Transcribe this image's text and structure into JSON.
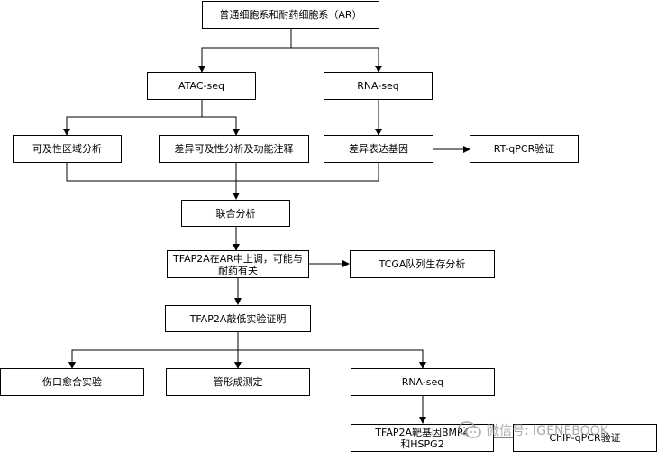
{
  "nodes": {
    "root": "普通细胞系和耐药细胞系（AR）",
    "atac": "ATAC-seq",
    "rna1": "RNA-seq",
    "access": "可及性区域分析",
    "diffaccess": "差异可及性分析及功能注释",
    "diffexpr": "差异表达基因",
    "rtqpcr": "RT-qPCR验证",
    "joint": "联合分析",
    "tfap2a_up": "TFAP2A在AR中上调，可能与\n耐药有关",
    "tcga": "TCGA队列生存分析",
    "knockdown": "TFAP2A敲低实验证明",
    "wound": "伤口愈合实验",
    "tube": "管形成测定",
    "rna2": "RNA-seq",
    "targets": "TFAP2A靶基因BMP4\n和HSPG2",
    "chip": "ChIP-qPCR验证"
  },
  "watermark": {
    "text": "微信号: IGENEBOOK",
    "icon": "wechat-icon"
  },
  "colors": {
    "line": "#000000",
    "watermark": "#9a9a9a"
  }
}
